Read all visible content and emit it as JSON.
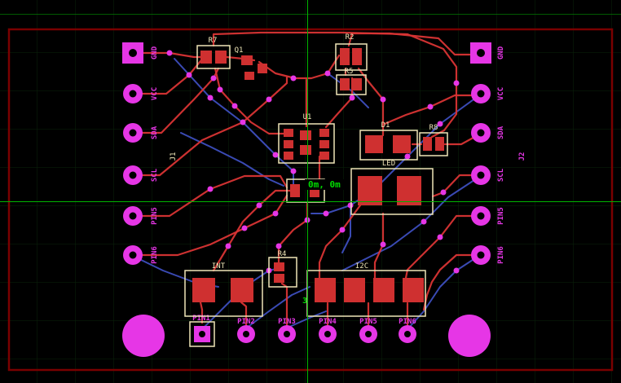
{
  "cursor": {
    "readout": "0m, 0m",
    "pad_highlight": "3"
  },
  "connector_left": {
    "ref": "J1",
    "pins": [
      "GND",
      "VCC",
      "SDA",
      "SCL",
      "PIN5",
      "PIN6"
    ]
  },
  "connector_right": {
    "ref": "J2",
    "pins": [
      "GND",
      "VCC",
      "SDA",
      "SCL",
      "PIN5",
      "PIN6"
    ]
  },
  "connector_bottom": {
    "pins": [
      "PIN1",
      "PIN2",
      "PIN3",
      "PIN4",
      "PIN5",
      "PIN6"
    ]
  },
  "components": {
    "r7": "R7",
    "q1": "Q1",
    "r2": "R2",
    "r5": "R5",
    "u1": "U1",
    "d1": "D1",
    "r8": "R8",
    "led": "LED",
    "r4": "R4",
    "int": "INT",
    "i2c": "I2C"
  },
  "colors": {
    "background": "#000000",
    "grid": "#0a230a",
    "crosshair": "#00b400",
    "board_outline": "#7a0000",
    "copper_top": "#d83434",
    "copper_bottom": "#4052c8",
    "pad": "#e636e6",
    "silkscreen": "#efe6b8",
    "readout_green": "#00dc00",
    "smd_pad": "#cf3030"
  }
}
